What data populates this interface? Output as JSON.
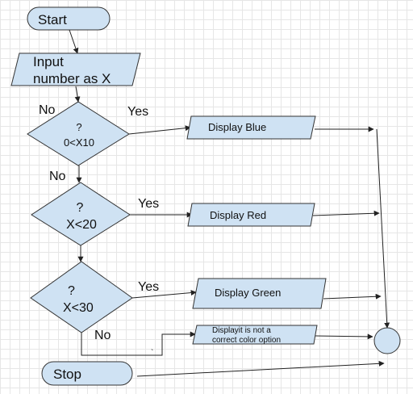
{
  "nodes": {
    "start": "Start",
    "input_line1": "Input",
    "input_line2": "number as X",
    "d1_line1": "?",
    "d1_line2": "0<X10",
    "d2_line1": "?",
    "d2_line2": "X<20",
    "d3_line1": "?",
    "d3_line2": "X<30",
    "display_blue": "Display Blue",
    "display_red": "Display Red",
    "display_green": "Display Green",
    "display_invalid_line1": "Displayit is not a",
    "display_invalid_line2": "correct color option",
    "stop": "Stop"
  },
  "edge_labels": {
    "d1_no": "No",
    "d1_yes": "Yes",
    "d2_no": "No",
    "d2_yes": "Yes",
    "d3_yes": "Yes",
    "d3_no": "No",
    "stray_mark": "`"
  },
  "colors": {
    "shape_fill": "#cfe2f3",
    "stroke": "#333333",
    "grid": "#e6e6e6"
  }
}
